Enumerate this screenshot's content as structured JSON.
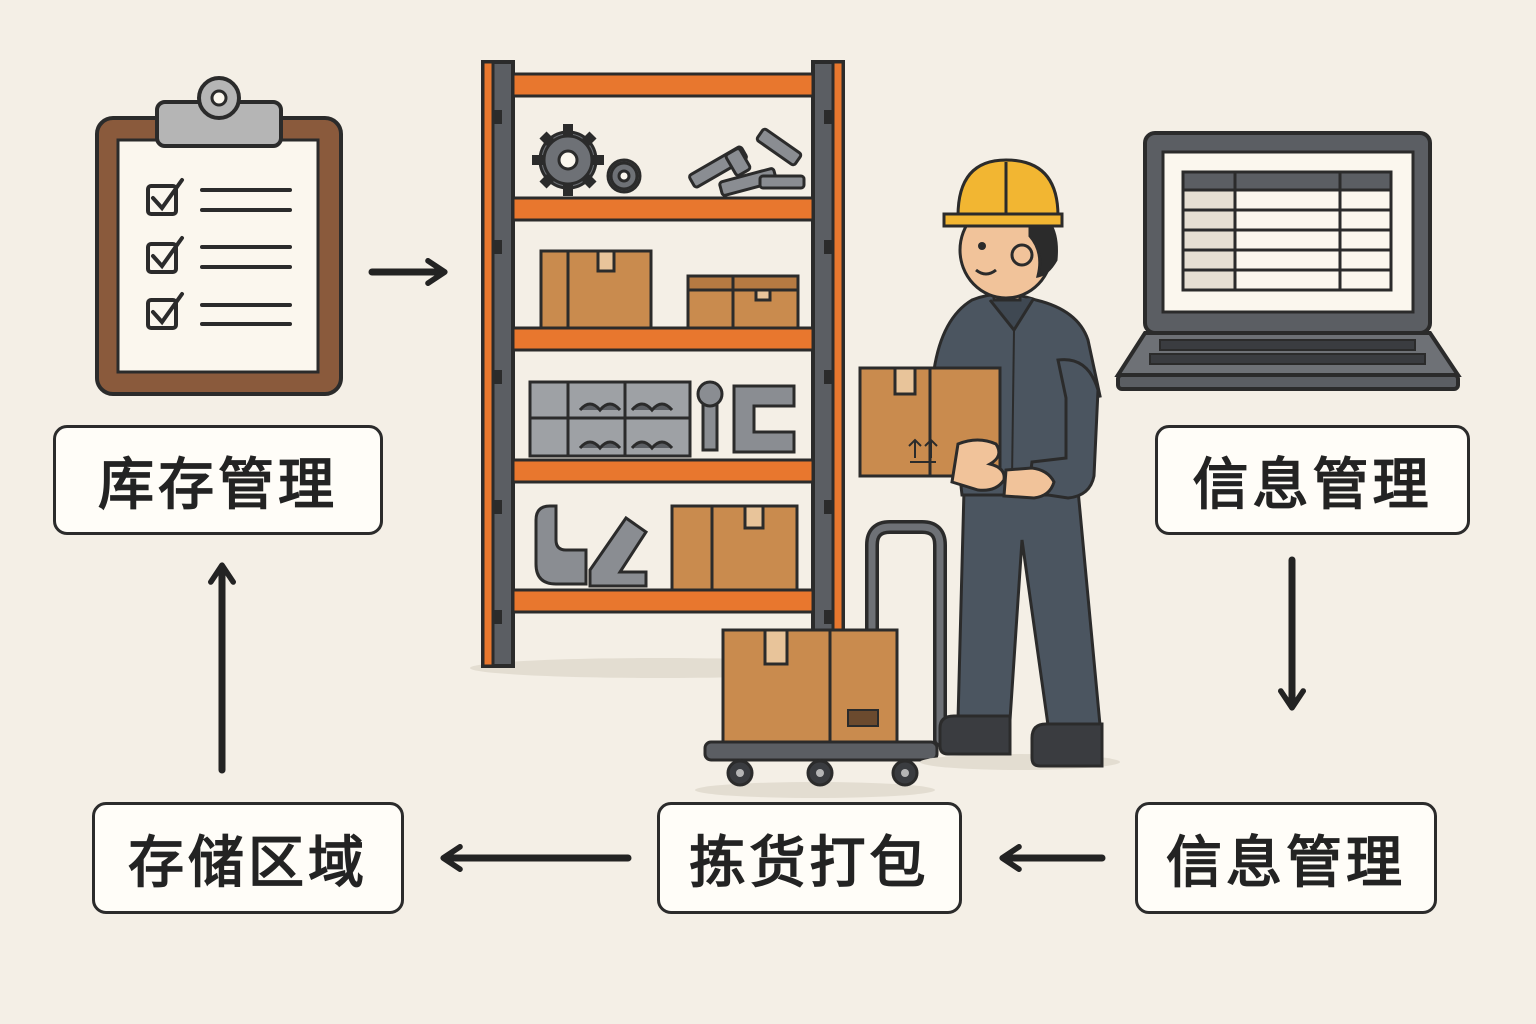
{
  "labels": {
    "inventory_management": "库存管理",
    "info_management_top": "信息管理",
    "info_management_bottom": "信息管理",
    "picking_packing": "拣货打包",
    "storage_area": "存储区域"
  },
  "icons": [
    "clipboard-checklist-icon",
    "warehouse-shelf-icon",
    "worker-icon",
    "laptop-spreadsheet-icon",
    "hand-truck-icon"
  ],
  "colors": {
    "background": "#f4efe6",
    "outline": "#2b2b2b",
    "shelf_beam": "#e8772e",
    "box": "#c98b4e",
    "helmet": "#f2b632",
    "uniform": "#4b5560"
  }
}
